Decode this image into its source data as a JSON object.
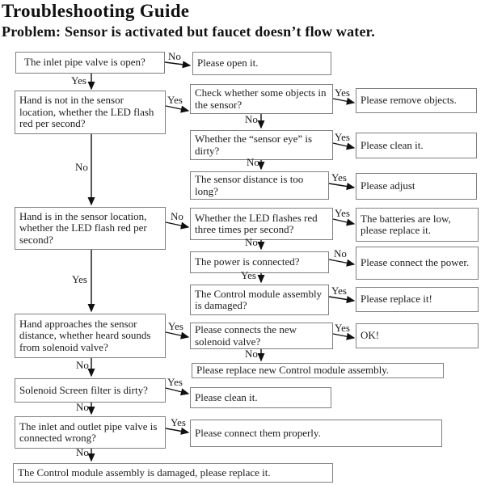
{
  "header": {
    "title": "Troubleshooting Guide",
    "subtitle": "Problem: Sensor is activated but faucet doesn’t flow water."
  },
  "nodes": {
    "q_inlet_valve": "The inlet pipe valve is open?",
    "a_open_it": "Please open it.",
    "q_hand_not_in_sensor": "Hand is not in the sensor location, whether the LED flash red per second?",
    "q_objects_in_sensor": "Check whether some objects in the sensor?",
    "a_remove_objects": "Please remove objects.",
    "q_sensor_eye_dirty": "Whether the “sensor eye” is dirty?",
    "a_clean_it": "Please clean it.",
    "q_sensor_distance_long": "The sensor distance is too long?",
    "a_please_adjust": "Please adjust",
    "q_hand_in_sensor": "Hand is in the sensor location, whether the LED flash red per second?",
    "q_led_flashes_three": "Whether the LED flashes red three times per second?",
    "a_batteries_low": "The batteries are low, please replace it.",
    "q_power_connected": "The power is connected?",
    "a_connect_power": "Please connect the power.",
    "q_control_module_damaged": "The Control module assembly is damaged?",
    "a_replace_it": "Please replace it!",
    "q_hand_approaches": "Hand approaches the sensor distance, whether heard sounds from solenoid valve?",
    "q_connect_new_solenoid": "Please connects the new solenoid valve?",
    "a_ok": "OK!",
    "a_replace_new_control": "Please replace new Control module assembly.",
    "q_solenoid_filter_dirty": "Solenoid Screen filter is dirty?",
    "a_clean_it_2": "Please clean it.",
    "q_inlet_outlet_wrong": "The inlet and outlet pipe valve is connected wrong?",
    "a_connect_properly": "Please connect them properly.",
    "a_final_damaged": "The Control module assembly is damaged, please replace it."
  },
  "edges": {
    "inlet_no": {
      "label": "No"
    },
    "inlet_yes": {
      "label": "Yes"
    },
    "handnot_yes": {
      "label": "Yes"
    },
    "handnot_no": {
      "label": "No"
    },
    "objects_yes": {
      "label": "Yes"
    },
    "objects_no": {
      "label": "No"
    },
    "eye_yes": {
      "label": "Yes"
    },
    "eye_no": {
      "label": "No"
    },
    "dist_yes": {
      "label": "Yes"
    },
    "handin_no": {
      "label": "No"
    },
    "handin_yes": {
      "label": "Yes"
    },
    "led3_yes": {
      "label": "Yes"
    },
    "led3_no": {
      "label": "No"
    },
    "power_no": {
      "label": "No"
    },
    "power_yes": {
      "label": "Yes"
    },
    "ctrl_yes": {
      "label": "Yes"
    },
    "approach_yes": {
      "label": "Yes"
    },
    "approach_no": {
      "label": "No"
    },
    "solenoid_yes": {
      "label": "Yes"
    },
    "solenoid_no": {
      "label": "No"
    },
    "filter_yes": {
      "label": "Yes"
    },
    "filter_no": {
      "label": "No"
    },
    "pipes_yes": {
      "label": "Yes"
    },
    "pipes_no": {
      "label": "No"
    }
  },
  "colors": {
    "box_border": "#808080",
    "text": "#1c1c1c",
    "arrow": "#111111",
    "background": "#ffffff"
  }
}
